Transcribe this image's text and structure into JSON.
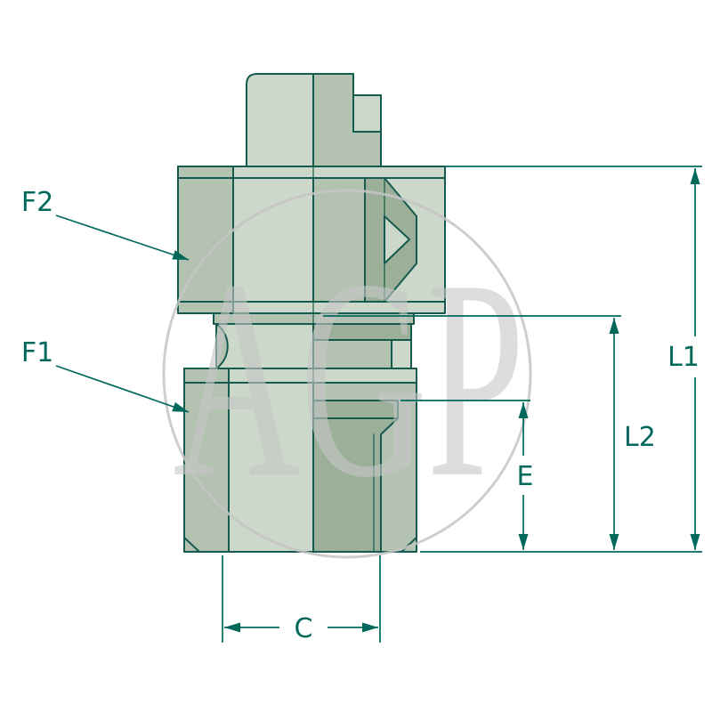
{
  "diagram": {
    "type": "technical-drawing",
    "watermark_text": "AGP",
    "labels": {
      "f2": "F2",
      "f1": "F1",
      "l1": "L1",
      "l2": "L2",
      "e": "E",
      "c": "C"
    },
    "colors": {
      "dimension_line": "#00695c",
      "outline": "#155a4e",
      "fill_light": "#ccd8ca",
      "fill_mid": "#b4c3b1",
      "fill_dark": "#9cb099",
      "watermark_gray": "#c6c6c6"
    }
  }
}
